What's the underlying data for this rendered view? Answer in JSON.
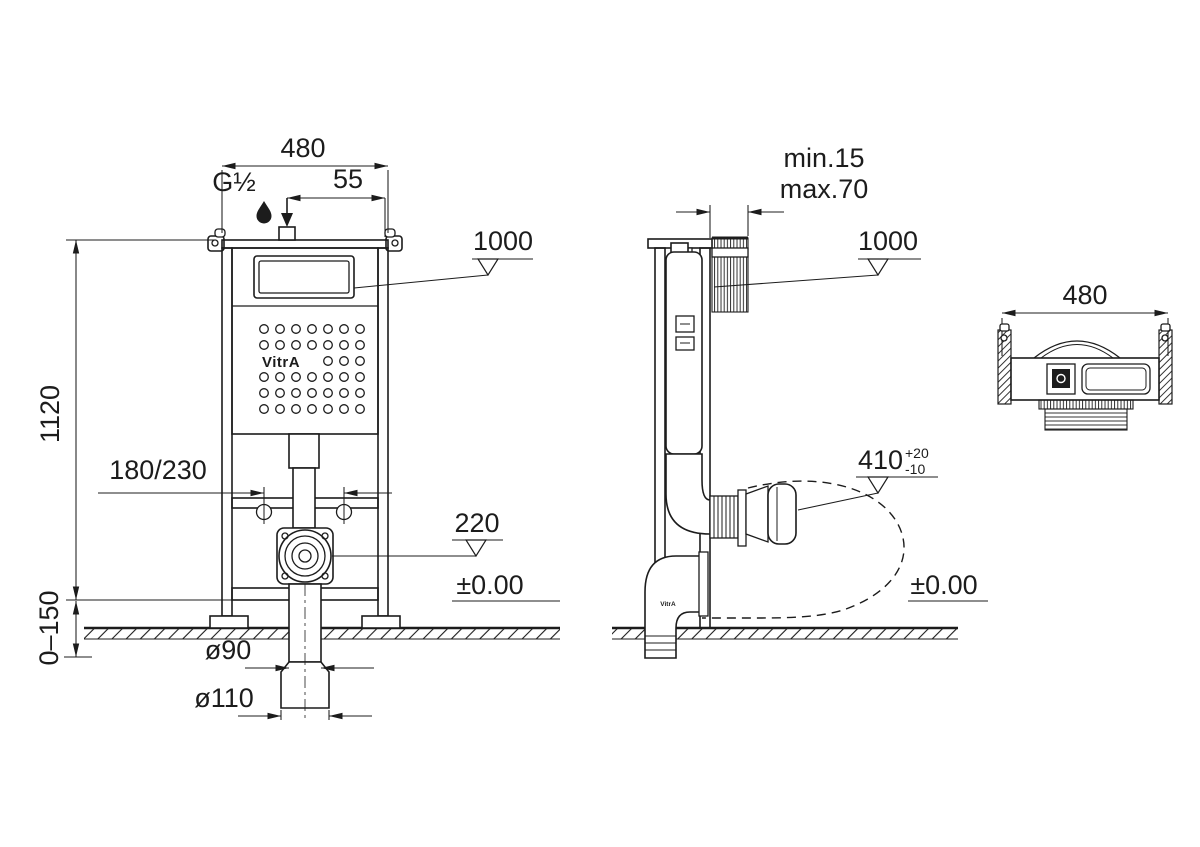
{
  "drawing": {
    "brand": "VitrA",
    "front_view": {
      "width_mm": "480",
      "inlet_thread": "G½",
      "inlet_offset": "55",
      "panel_level": "1000",
      "frame_height": "1120",
      "fixing_centers": "180/230",
      "outlet_level": "220",
      "floor_level": "±0.00",
      "adjust_range": "0–150",
      "drain_diameter_inner": "ø90",
      "drain_diameter_outer": "ø110",
      "logo": "VitrA"
    },
    "side_view": {
      "wall_gap_min": "min.15",
      "wall_gap_max": "max.70",
      "panel_level": "1000",
      "outlet_height": "410",
      "outlet_tolerance_plus": "+20",
      "outlet_tolerance_minus": "-10",
      "floor_level": "±0.00",
      "logo": "VitrA"
    },
    "top_view": {
      "width_mm": "480"
    }
  }
}
